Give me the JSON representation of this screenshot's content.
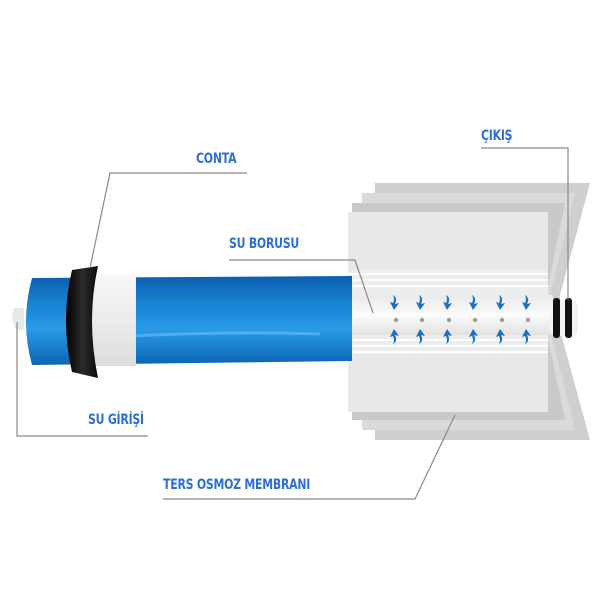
{
  "diagram": {
    "subject": "Reverse osmosis membrane cutaway",
    "labels": {
      "gasket": "CONTA",
      "outlet": "ÇIKIŞ",
      "water_tube": "SU BORUSU",
      "water_inlet": "SU GİRİŞİ",
      "membrane": "TERS OSMOZ MEMBRANI"
    },
    "colors": {
      "label_text": "#2f6fd1",
      "leader_line": "#8a8a8a",
      "housing_blue": "#1a7fd0",
      "gasket_black": "#111111",
      "collar_white": "#f1f1f1",
      "membrane_sheet": "#e4e4e4",
      "flow_arrow": "#1d6fc0"
    },
    "flow_arrow_columns": 6
  }
}
